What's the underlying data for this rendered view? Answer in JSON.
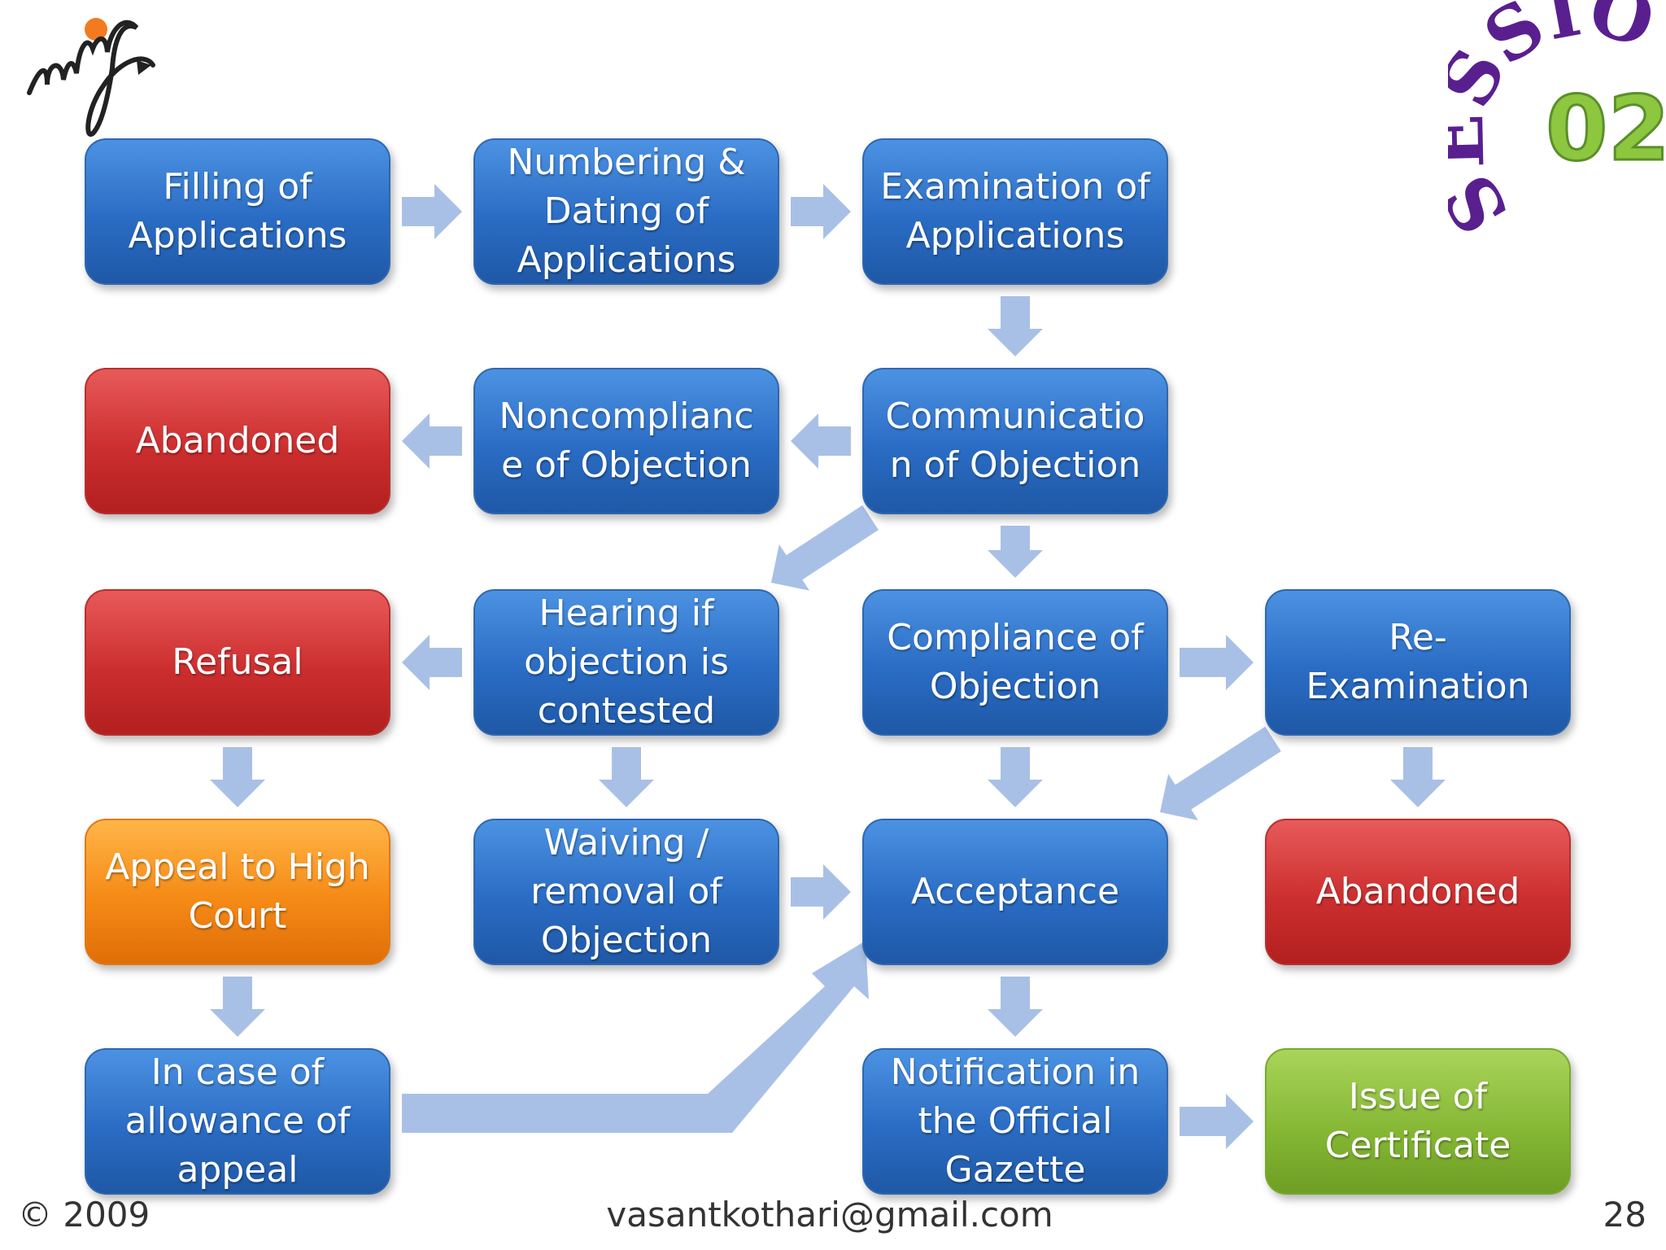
{
  "boxes": [
    {
      "id": "filling",
      "label": "Filling of Applications",
      "color": "blue"
    },
    {
      "id": "numbering",
      "label": "Numbering & Dating of Applications",
      "color": "blue"
    },
    {
      "id": "examination",
      "label": "Examination of Applications",
      "color": "blue"
    },
    {
      "id": "abandoned_1",
      "label": "Abandoned",
      "color": "red"
    },
    {
      "id": "noncompliance",
      "label": "Noncomplianc e of Objection",
      "color": "blue"
    },
    {
      "id": "communication",
      "label": "Communicatio n of Objection",
      "color": "blue"
    },
    {
      "id": "refusal",
      "label": "Refusal",
      "color": "red"
    },
    {
      "id": "hearing",
      "label": "Hearing if objection is contested",
      "color": "blue"
    },
    {
      "id": "compliance",
      "label": "Compliance of Objection",
      "color": "blue"
    },
    {
      "id": "reexamination",
      "label": "Re- Examination",
      "color": "blue"
    },
    {
      "id": "appeal",
      "label": "Appeal to High Court",
      "color": "orange"
    },
    {
      "id": "waiving",
      "label": "Waiving / removal of Objection",
      "color": "blue"
    },
    {
      "id": "acceptance",
      "label": "Acceptance",
      "color": "blue"
    },
    {
      "id": "abandoned_2",
      "label": "Abandoned",
      "color": "red"
    },
    {
      "id": "allowance",
      "label": "In case of allowance of appeal",
      "color": "blue"
    },
    {
      "id": "notification",
      "label": "Notification in the Official Gazette",
      "color": "blue"
    },
    {
      "id": "certificate",
      "label": "Issue of Certificate",
      "color": "green"
    }
  ],
  "box_lines": {
    "filling": [
      "Filling of",
      "Applications"
    ],
    "numbering": [
      "Numbering &",
      "Dating of",
      "Applications"
    ],
    "examination": [
      "Examination of",
      "Applications"
    ],
    "abandoned_1": [
      "Abandoned"
    ],
    "noncompliance": [
      "Noncomplianc",
      "e of Objection"
    ],
    "communication": [
      "Communicatio",
      "n of Objection"
    ],
    "refusal": [
      "Refusal"
    ],
    "hearing": [
      "Hearing if",
      "objection is",
      "contested"
    ],
    "compliance": [
      "Compliance of",
      "Objection"
    ],
    "reexamination": [
      "Re-",
      "Examination"
    ],
    "appeal": [
      "Appeal to High",
      "Court"
    ],
    "waiving": [
      "Waiving /",
      "removal of",
      "Objection"
    ],
    "acceptance": [
      "Acceptance"
    ],
    "abandoned_2": [
      "Abandoned"
    ],
    "allowance": [
      "In case of",
      "allowance of",
      "appeal"
    ],
    "notification": [
      "Notification in",
      "the Official",
      "Gazette"
    ],
    "certificate": [
      "Issue of",
      "Certificate"
    ]
  },
  "edges": [
    {
      "from": "filling",
      "to": "numbering"
    },
    {
      "from": "numbering",
      "to": "examination"
    },
    {
      "from": "examination",
      "to": "communication"
    },
    {
      "from": "communication",
      "to": "noncompliance"
    },
    {
      "from": "noncompliance",
      "to": "abandoned_1"
    },
    {
      "from": "communication",
      "to": "hearing"
    },
    {
      "from": "communication",
      "to": "compliance"
    },
    {
      "from": "hearing",
      "to": "refusal"
    },
    {
      "from": "hearing",
      "to": "waiving"
    },
    {
      "from": "compliance",
      "to": "reexamination"
    },
    {
      "from": "compliance",
      "to": "acceptance"
    },
    {
      "from": "reexamination",
      "to": "acceptance"
    },
    {
      "from": "reexamination",
      "to": "abandoned_2"
    },
    {
      "from": "refusal",
      "to": "appeal"
    },
    {
      "from": "appeal",
      "to": "allowance"
    },
    {
      "from": "waiving",
      "to": "acceptance"
    },
    {
      "from": "allowance",
      "to": "acceptance"
    },
    {
      "from": "acceptance",
      "to": "notification"
    },
    {
      "from": "notification",
      "to": "certificate"
    }
  ],
  "colors": {
    "blue": "#2a6cc4",
    "red": "#cc2e2e",
    "orange": "#f58a16",
    "green": "#86b836",
    "arrow": "#a9c0e6"
  },
  "logo_text": "nift",
  "badge": {
    "word": "SESSION",
    "number": "02"
  },
  "footer": {
    "copyright": "© 2009",
    "email": "vasantkothari@gmail.com",
    "page_number": "28"
  }
}
